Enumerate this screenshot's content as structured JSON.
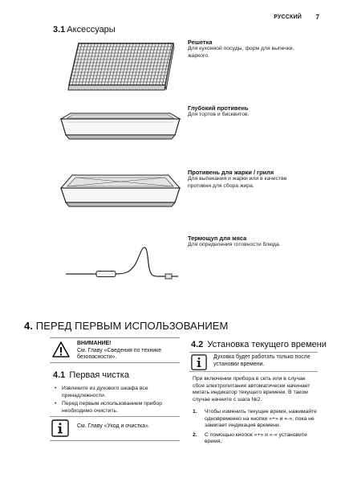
{
  "header": {
    "language": "РУССКИЙ",
    "page_number": "7"
  },
  "section_3_1": {
    "number": "3.1",
    "title": "Аксессуары"
  },
  "accessories": [
    {
      "name": "Решетка",
      "description": "Для кухонной посуды, форм для выпечки, жаркого.",
      "icon": "wire-rack-illustration"
    },
    {
      "name": "Глубокий противень",
      "description": "Для тортов и бисквитов.",
      "icon": "deep-baking-tray-illustration"
    },
    {
      "name": "Противень для жарки / гриля",
      "description": "Для выпекания и жарки или в качестве противня для сбора жира.",
      "icon": "grill-pan-illustration"
    },
    {
      "name": "Термощуп для мяса",
      "description": "Для определения готовности блюда.",
      "icon": "meat-probe-illustration"
    }
  ],
  "chapter_4": {
    "number": "4.",
    "title": "ПЕРЕД ПЕРВЫМ ИСПОЛЬЗОВАНИЕМ"
  },
  "warning": {
    "title": "ВНИМАНИЕ!",
    "text": "См. Главу «Сведения по технике безопасности»."
  },
  "section_4_1": {
    "number": "4.1",
    "title": "Первая чистка",
    "bullets": [
      "Извлеките из духового шкафа все принадлежности.",
      "Перед первым использованием прибор необходимо очистить."
    ],
    "info_text": "См. Главу «Уход и очистка»."
  },
  "section_4_2": {
    "number": "4.2",
    "title": "Установка текущего времени",
    "info_text": "Духовка будет работать только после установки времени.",
    "paragraph": "При включении прибора в сеть или в случае сбоя электропитания автоматически начинает мигать индикатор текущего времени. В таком случае начните с шага №2.",
    "steps": [
      {
        "num": "1.",
        "text": "Чтобы изменить текущее время, нажимайте одновременно на кнопки «+» и «-», пока не замигает индикация времени."
      },
      {
        "num": "2.",
        "text": "С помощью кнопок «+» и «-» установите время."
      }
    ]
  }
}
